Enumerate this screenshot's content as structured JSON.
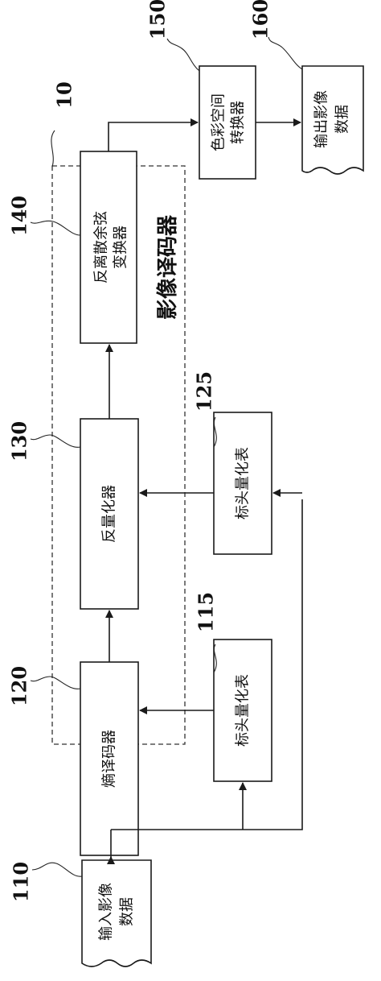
{
  "decoder": {
    "ref": "10",
    "title": "影像译码器"
  },
  "blocks": {
    "input": {
      "ref": "110",
      "line1": "输入影像",
      "line2": "数据"
    },
    "quant_table_1": {
      "ref": "115",
      "label": "标头量化表"
    },
    "entropy_decoder": {
      "ref": "120",
      "label": "熵译码器"
    },
    "quant_table_2": {
      "ref": "125",
      "label": "标头量化表"
    },
    "dequantizer": {
      "ref": "130",
      "label": "反量化器"
    },
    "idct": {
      "ref": "140",
      "line1": "反离散余弦",
      "line2": "变换器"
    },
    "color_converter": {
      "ref": "150",
      "line1": "色彩空间",
      "line2": "转换器"
    },
    "output": {
      "ref": "160",
      "line1": "输出影像",
      "line2": "数据"
    }
  }
}
